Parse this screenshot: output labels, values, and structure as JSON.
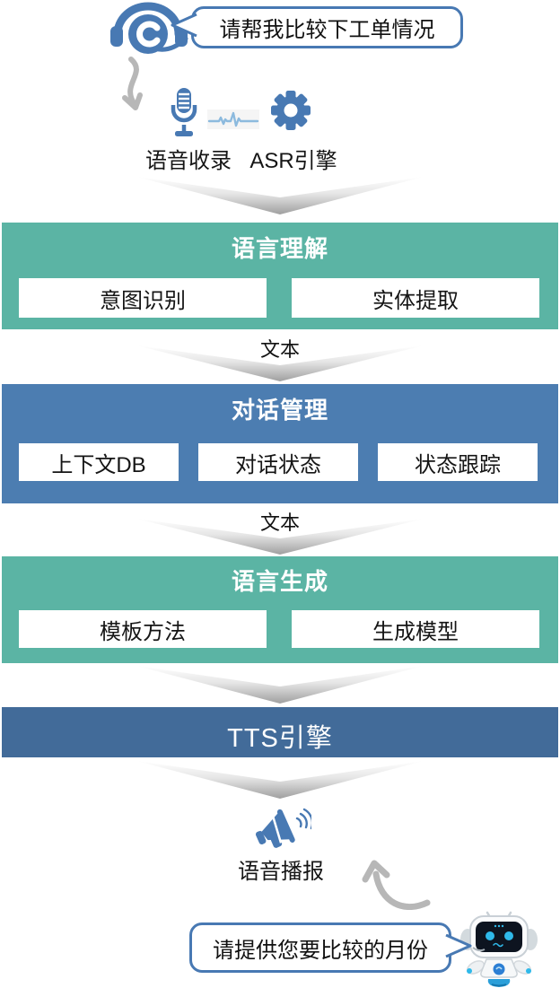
{
  "palette": {
    "teal_block": "#5BB4A4",
    "blue_block": "#4C7DB1",
    "dark_blue_bar": "#426B99",
    "steel_blue_icon": "#4879B3",
    "gray_arrow": "#B7B7B7"
  },
  "icons": [
    "headset-agent-icon",
    "microphone-icon",
    "waveform-icon",
    "gear-icon",
    "megaphone-icon",
    "robot-icon",
    "curved-arrow-down-icon",
    "curved-arrow-up-icon",
    "chevron-connector"
  ],
  "top": {
    "user_bubble_text": "请帮我比较下工单情况",
    "voice_capture_label": "语音收录",
    "asr_engine_label": "ASR引擎"
  },
  "flow": {
    "connectors": [
      {
        "label": "文本"
      },
      {
        "label": "文本"
      }
    ],
    "nlu": {
      "title": "语言理解",
      "items": [
        "意图识别",
        "实体提取"
      ]
    },
    "dm": {
      "title": "对话管理",
      "items": [
        "上下文DB",
        "对话状态",
        "状态跟踪"
      ]
    },
    "nlg": {
      "title": "语言生成",
      "items": [
        "模板方法",
        "生成模型"
      ]
    },
    "tts": {
      "title": "TTS引擎"
    }
  },
  "bottom": {
    "broadcast_label": "语音播报",
    "bot_bubble_text": "请提供您要比较的月份"
  }
}
